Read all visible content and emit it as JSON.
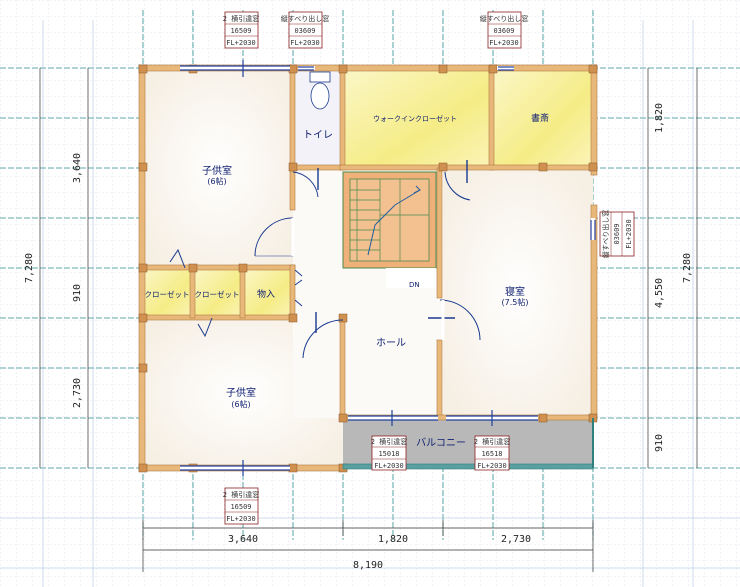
{
  "rooms": {
    "child_room_top": "子供室",
    "child_room_top_size": "(6帖)",
    "toilet": "トイレ",
    "walkin_closet": "ウォークインクローゼット",
    "study": "書斎",
    "closet_left": "クローゼット",
    "closet_right": "クローゼット",
    "storage": "物入",
    "bedroom": "寝室",
    "bedroom_size": "(7.5帖)",
    "hall": "ホール",
    "child_room_bottom": "子供室",
    "child_room_bottom_size": "(6帖)",
    "balcony": "バルコニー",
    "stair_down": "DN"
  },
  "dimensions": {
    "bottom": [
      "3,640",
      "1,820",
      "2,730"
    ],
    "bottom_total": "8,190",
    "left_segments": [
      "3,640",
      "910",
      "2,730"
    ],
    "left_total": "7,280",
    "right_segments": [
      "1,820",
      "4,550",
      "910"
    ],
    "right_total": "7,280"
  },
  "window_tags": {
    "top_left": [
      "2 横引違窓",
      "16509",
      "FL+2030"
    ],
    "top_mid": [
      "縦すべり出し窓",
      "03609",
      "FL+2030"
    ],
    "top_right": [
      "縦すべり出し窓",
      "03609",
      "FL+2030"
    ],
    "right": [
      "縦すべり出し窓",
      "03609",
      "FL+2030"
    ],
    "bottom_left": [
      "2 横引違窓",
      "16509",
      "FL+2030"
    ],
    "balcony_left": [
      "2 横引違窓",
      "15018",
      "FL+2030"
    ],
    "balcony_right": [
      "2 横引違窓",
      "16518",
      "FL+2030"
    ]
  },
  "colors": {
    "wall": "#e8b87a",
    "closet_fill": "#f7f0a8",
    "balcony_fill": "#b8b8b8",
    "stair_fill": "#f0b07a",
    "grid": "#2f8f8f",
    "grid_minor": "#c8d0e8"
  }
}
